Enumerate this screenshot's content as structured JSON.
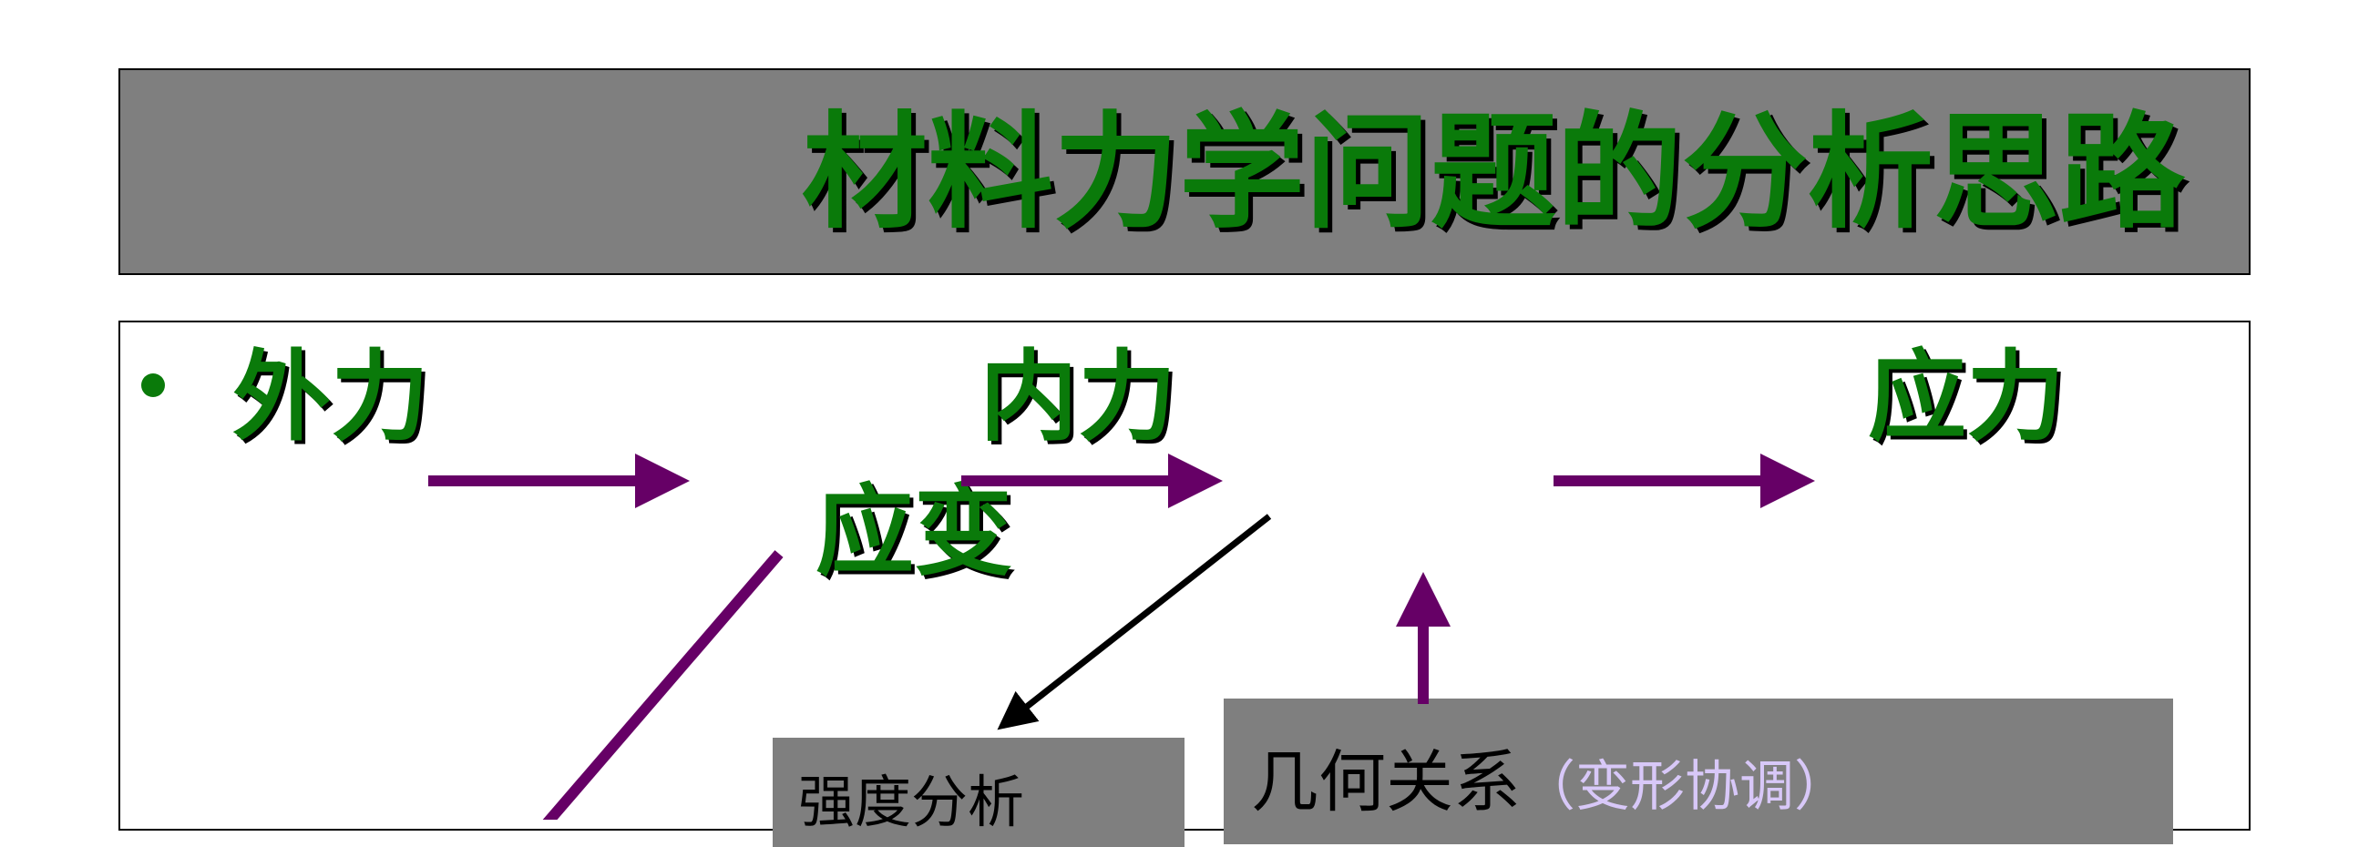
{
  "title": "材料力学问题的分析思路",
  "terms": {
    "external_force": "外力",
    "internal_force": "内力",
    "stress": "应力",
    "strain": "应变"
  },
  "boxes": {
    "strength_analysis": "强度分析",
    "geometry_main": "几何关系",
    "geometry_paren": "（变形协调）"
  },
  "colors": {
    "title_green": "#0a7a0a",
    "arrow_purple": "#660066",
    "box_gray": "#7f7f7f"
  }
}
